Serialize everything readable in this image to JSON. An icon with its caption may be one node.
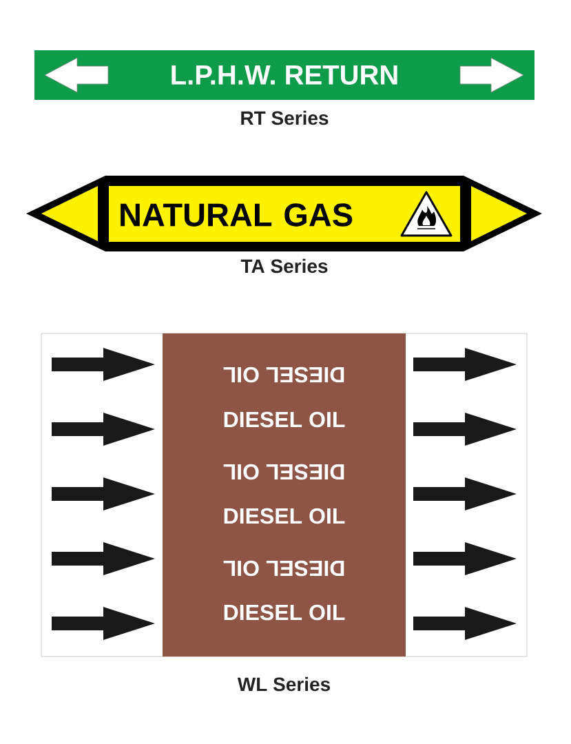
{
  "diagram": {
    "nodes": [
      {
        "text": [
          "L.P.H.W. RETURN"
        ],
        "beside": [
          "RT Series"
        ]
      },
      {
        "text": [
          "NATURAL GAS"
        ],
        "beside": [
          "TA Series"
        ]
      },
      {
        "text": [],
        "shape": "box",
        "beside": [
          "WL Series"
        ]
      },
      {
        "text": [
          "DIESEL OIL",
          "DIESEL OIL",
          "DIESEL OIL",
          "DIESEL OIL",
          "DIESEL OIL",
          "DIESEL OIL"
        ],
        "in": 2
      }
    ]
  }
}
